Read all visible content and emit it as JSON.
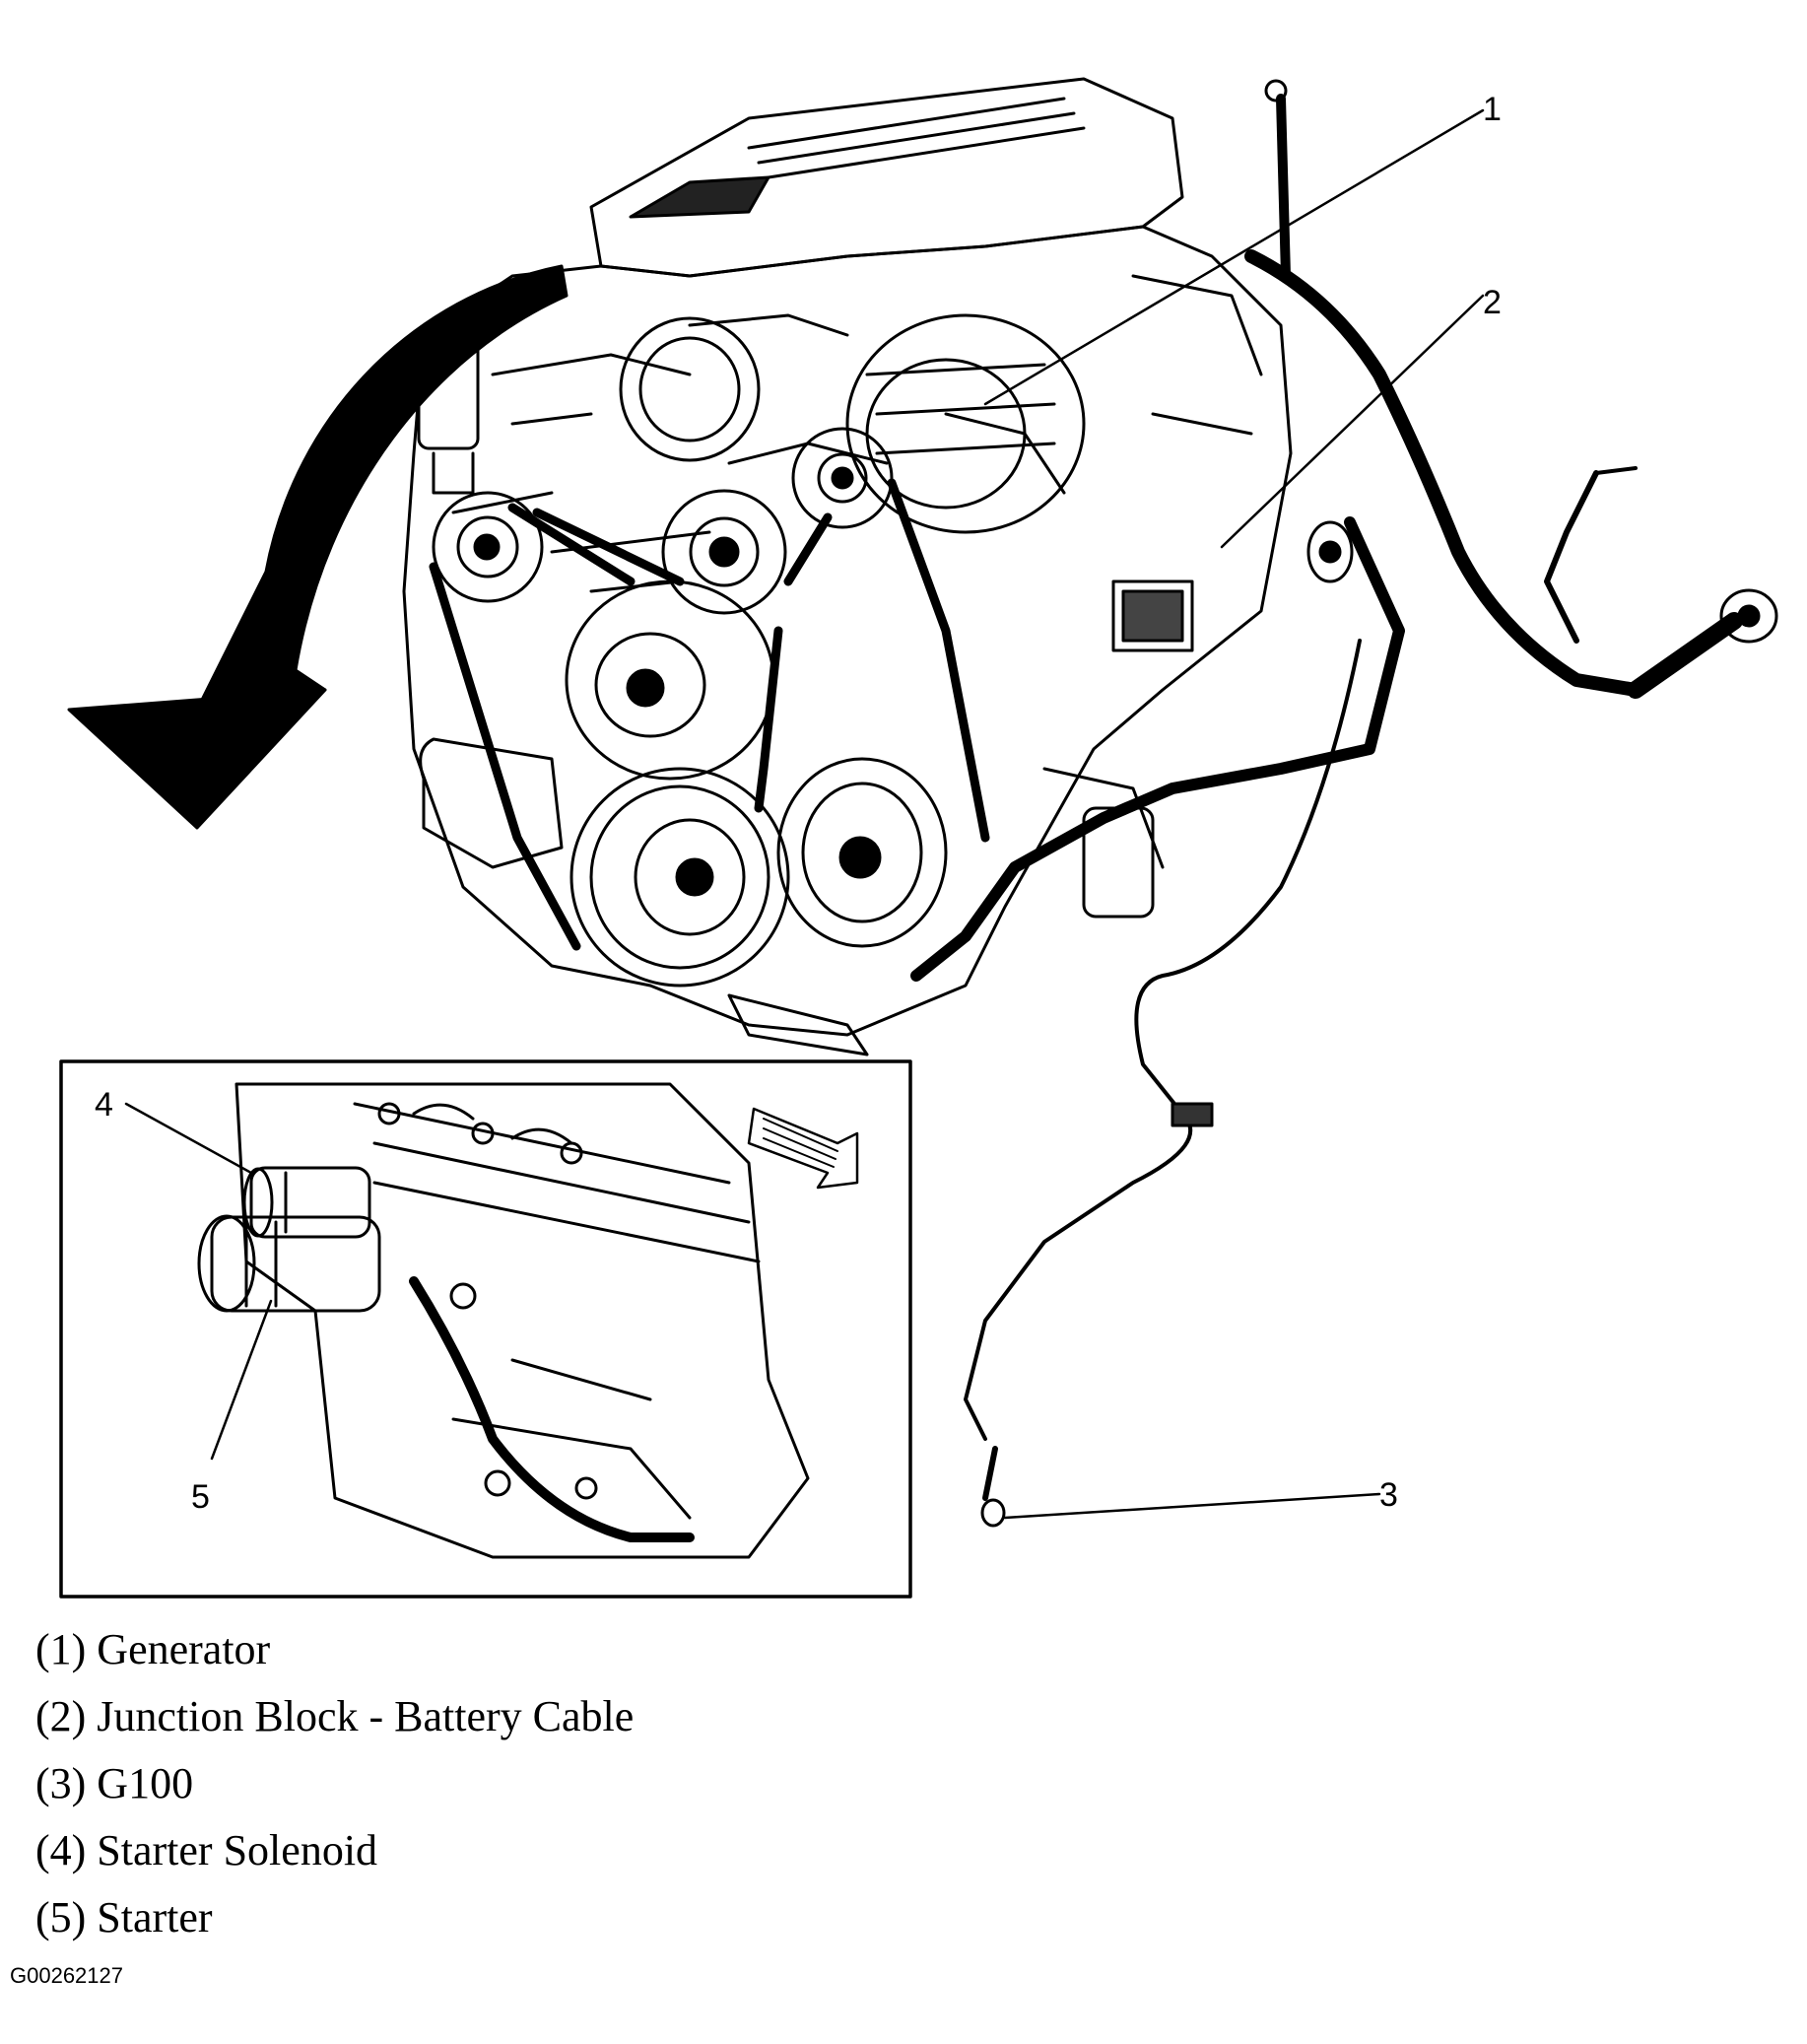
{
  "callouts": [
    "1",
    "2",
    "3",
    "4",
    "5"
  ],
  "legend": [
    "(1) Generator",
    "(2) Junction Block - Battery Cable",
    "(3) G100",
    "(4) Starter Solenoid",
    "(5) Starter"
  ],
  "figure_id": "G00262127",
  "colors": {
    "ink": "#000000",
    "paper": "#ffffff"
  }
}
